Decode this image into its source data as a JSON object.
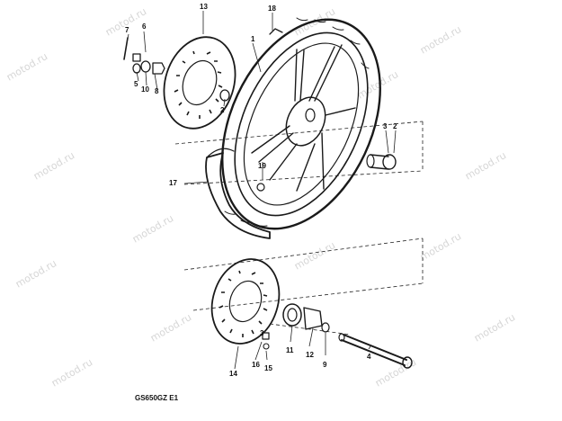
{
  "diagram": {
    "code": "GS650GZ  E1",
    "watermark": "motod.ru",
    "callouts": {
      "c1": "1",
      "c2": "2",
      "c3": "3",
      "c4": "4",
      "c5": "5",
      "c6": "6",
      "c7": "7",
      "c8": "8",
      "c9": "9",
      "c10": "10",
      "c11": "11",
      "c12": "12",
      "c13": "13",
      "c14": "14",
      "c15": "15",
      "c16": "16",
      "c17": "17",
      "c18": "18",
      "c19": "19",
      "c2b": "2"
    }
  }
}
